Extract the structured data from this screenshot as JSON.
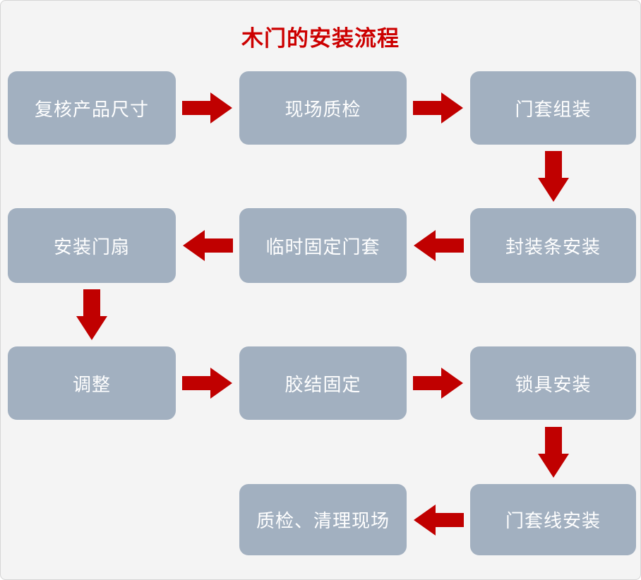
{
  "title": "木门的安装流程",
  "colors": {
    "background": "#F4F4F4",
    "frame_border": "#D5D5D5",
    "box_fill": "#A2B0C0",
    "box_text": "#FFFFFF",
    "arrow_red": "#C00000",
    "title_red": "#CC0000"
  },
  "diagram": {
    "type": "flowchart",
    "steps": [
      {
        "order": 1,
        "label": "复核产品尺寸"
      },
      {
        "order": 2,
        "label": "现场质检"
      },
      {
        "order": 3,
        "label": "门套组装"
      },
      {
        "order": 4,
        "label": "封装条安装"
      },
      {
        "order": 5,
        "label": "临时固定门套"
      },
      {
        "order": 6,
        "label": "安装门扇"
      },
      {
        "order": 7,
        "label": "调整"
      },
      {
        "order": 8,
        "label": "胶结固定"
      },
      {
        "order": 9,
        "label": "锁具安装"
      },
      {
        "order": 10,
        "label": "门套线安装"
      },
      {
        "order": 11,
        "label": "质检、清理现场"
      }
    ],
    "connections": [
      {
        "from": "复核产品尺寸",
        "to": "现场质检",
        "arrow": "right"
      },
      {
        "from": "现场质检",
        "to": "门套组装",
        "arrow": "right"
      },
      {
        "from": "门套组装",
        "to": "封装条安装",
        "arrow": "down"
      },
      {
        "from": "封装条安装",
        "to": "临时固定门套",
        "arrow": "left"
      },
      {
        "from": "临时固定门套",
        "to": "安装门扇",
        "arrow": "left"
      },
      {
        "from": "安装门扇",
        "to": "调整",
        "arrow": "down"
      },
      {
        "from": "调整",
        "to": "胶结固定",
        "arrow": "right"
      },
      {
        "from": "胶结固定",
        "to": "锁具安装",
        "arrow": "right"
      },
      {
        "from": "锁具安装",
        "to": "门套线安装",
        "arrow": "down"
      },
      {
        "from": "门套线安装",
        "to": "质检、清理现场",
        "arrow": "left"
      }
    ]
  }
}
